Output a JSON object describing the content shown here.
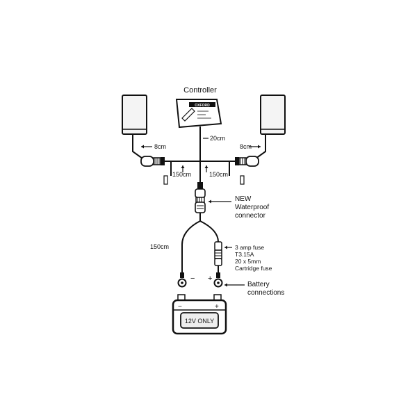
{
  "labels": {
    "controller": "Controller",
    "brand": "OXFORD",
    "cable_20cm": "20cm",
    "cable_8cm_left": "8cm",
    "cable_8cm_right": "8cm",
    "cable_150cm_left": "150cm",
    "cable_150cm_right": "150cm",
    "new_connector_line1": "NEW",
    "new_connector_line2": "Waterproof",
    "new_connector_line3": "connector",
    "cable_150cm_battery": "150cm",
    "fuse_line1": "3 amp fuse",
    "fuse_line2": "T3.15A",
    "fuse_line3": "20 x 5mm",
    "fuse_line4": "Cartridge fuse",
    "minus": "−",
    "plus": "+",
    "battery_line1": "Battery",
    "battery_line2": "connections",
    "battery_minus": "−",
    "battery_plus": "+",
    "battery_label": "12V ONLY"
  },
  "colors": {
    "line": "#111111",
    "grip_fill": "#f4f4f4",
    "battery_label_fill": "#eeeeee"
  }
}
